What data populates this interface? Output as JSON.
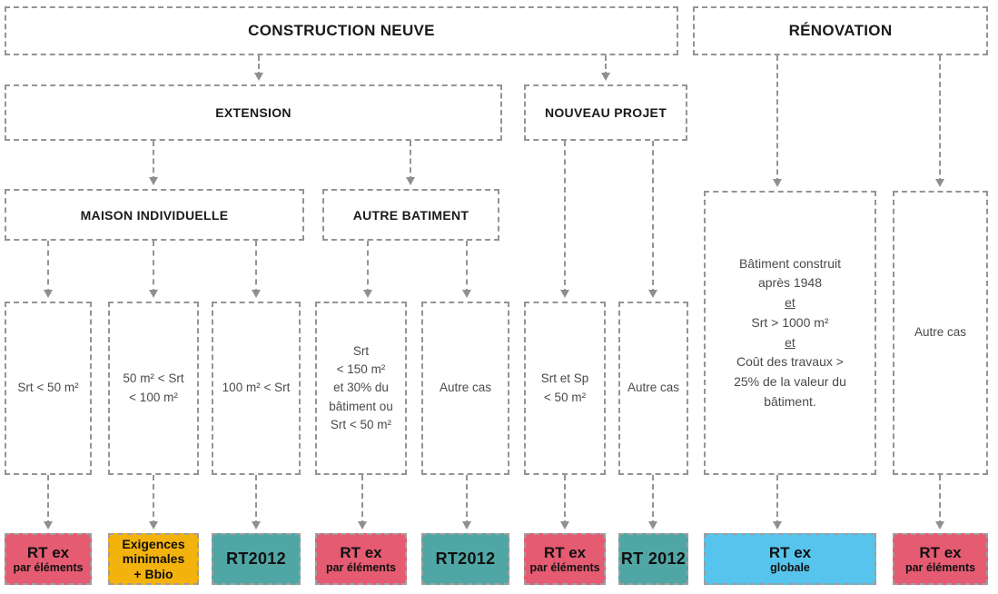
{
  "palette": {
    "red": "#E45B72",
    "yellow": "#F4B20D",
    "teal": "#4FA6A5",
    "blue": "#57C4ED",
    "dash_gray": "#949494",
    "header_text": "#1A1A1A",
    "condition_text": "#4A4A4A"
  },
  "nodes": {
    "construction_neuve": "CONSTRUCTION NEUVE",
    "renovation": "RÉNOVATION",
    "extension": "EXTENSION",
    "nouveau_projet": "NOUVEAU PROJET",
    "maison_individuelle": "MAISON INDIVIDUELLE",
    "autre_batiment": "AUTRE BATIMENT"
  },
  "conditions": [
    {
      "text": "Srt < 50 m²"
    },
    {
      "text": "50 m² < Srt\n< 100 m²"
    },
    {
      "text": "100 m² < Srt"
    },
    {
      "text": "Srt\n< 150 m²\net 30% du\nbâtiment ou\nSrt < 50 m²"
    },
    {
      "text": "Autre cas"
    },
    {
      "text": "Srt et Sp\n< 50 m²"
    },
    {
      "text": "Autre cas"
    },
    {
      "lines": [
        "Bâtiment construit",
        "après 1948",
        "et",
        "Srt > 1000 m²",
        "et",
        "Coût des travaux >",
        "25% de la valeur du",
        "bâtiment."
      ]
    },
    {
      "text": "Autre cas"
    }
  ],
  "results": [
    {
      "title": "RT ex",
      "subtitle": "par éléments",
      "color": "red"
    },
    {
      "title": "Exigences minimales",
      "subtitle": "+ Bbio",
      "color": "yellow"
    },
    {
      "title": "RT2012",
      "color": "teal"
    },
    {
      "title": "RT ex",
      "subtitle": "par éléments",
      "color": "red"
    },
    {
      "title": "RT2012",
      "color": "teal"
    },
    {
      "title": "RT ex",
      "subtitle": "par éléments",
      "color": "red"
    },
    {
      "title": "RT 2012",
      "color": "teal"
    },
    {
      "title": "RT ex",
      "subtitle": "globale",
      "color": "blue"
    },
    {
      "title": "RT ex",
      "subtitle": "par éléments",
      "color": "red"
    }
  ]
}
